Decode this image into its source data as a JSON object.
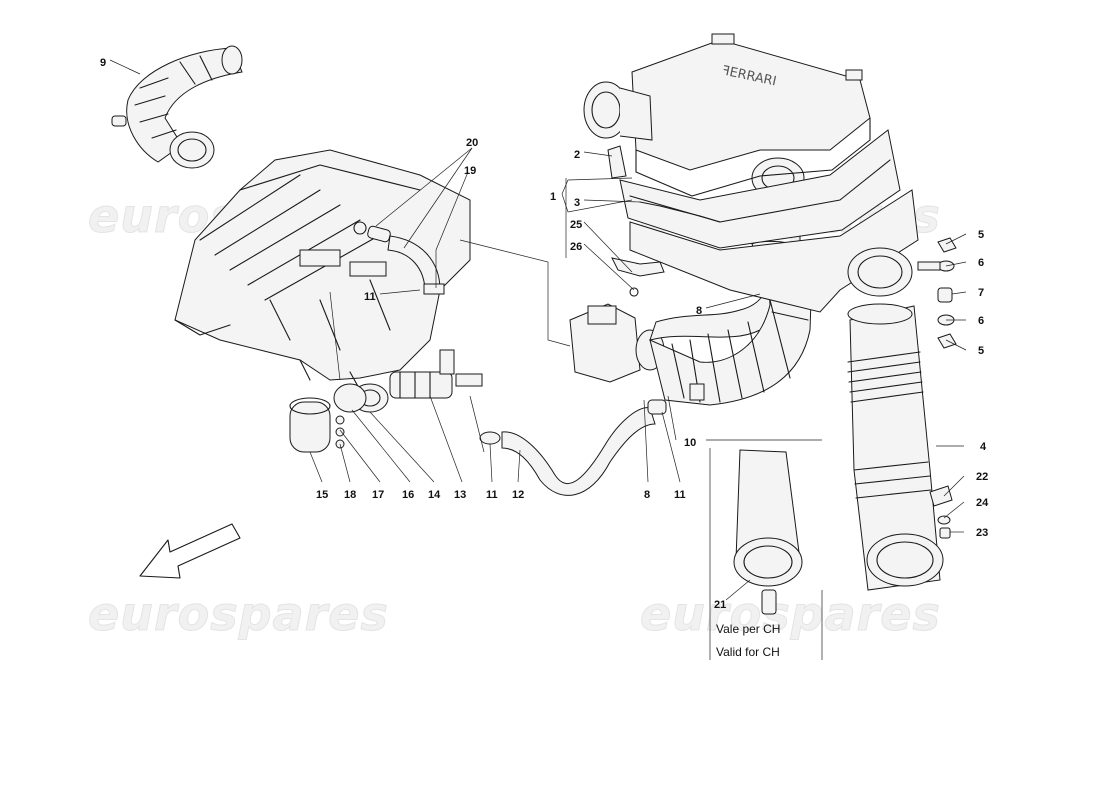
{
  "watermark": "eurospares",
  "note": {
    "line1": "Vale per CH",
    "line2": "Valid for CH"
  },
  "callouts": [
    {
      "id": "c9",
      "text": "9"
    },
    {
      "id": "c20",
      "text": "20"
    },
    {
      "id": "c19",
      "text": "19"
    },
    {
      "id": "c11a",
      "text": "11"
    },
    {
      "id": "c2",
      "text": "2"
    },
    {
      "id": "c1",
      "text": "1"
    },
    {
      "id": "c3",
      "text": "3"
    },
    {
      "id": "c25",
      "text": "25"
    },
    {
      "id": "c26",
      "text": "26"
    },
    {
      "id": "c8a",
      "text": "8"
    },
    {
      "id": "c5a",
      "text": "5"
    },
    {
      "id": "c6a",
      "text": "6"
    },
    {
      "id": "c7",
      "text": "7"
    },
    {
      "id": "c6b",
      "text": "6"
    },
    {
      "id": "c5b",
      "text": "5"
    },
    {
      "id": "c10",
      "text": "10"
    },
    {
      "id": "c4",
      "text": "4"
    },
    {
      "id": "c22",
      "text": "22"
    },
    {
      "id": "c24",
      "text": "24"
    },
    {
      "id": "c23",
      "text": "23"
    },
    {
      "id": "c15",
      "text": "15"
    },
    {
      "id": "c18",
      "text": "18"
    },
    {
      "id": "c17",
      "text": "17"
    },
    {
      "id": "c16",
      "text": "16"
    },
    {
      "id": "c14",
      "text": "14"
    },
    {
      "id": "c13",
      "text": "13"
    },
    {
      "id": "c11b",
      "text": "11"
    },
    {
      "id": "c12",
      "text": "12"
    },
    {
      "id": "c8b",
      "text": "8"
    },
    {
      "id": "c11c",
      "text": "11"
    },
    {
      "id": "c21",
      "text": "21"
    }
  ]
}
